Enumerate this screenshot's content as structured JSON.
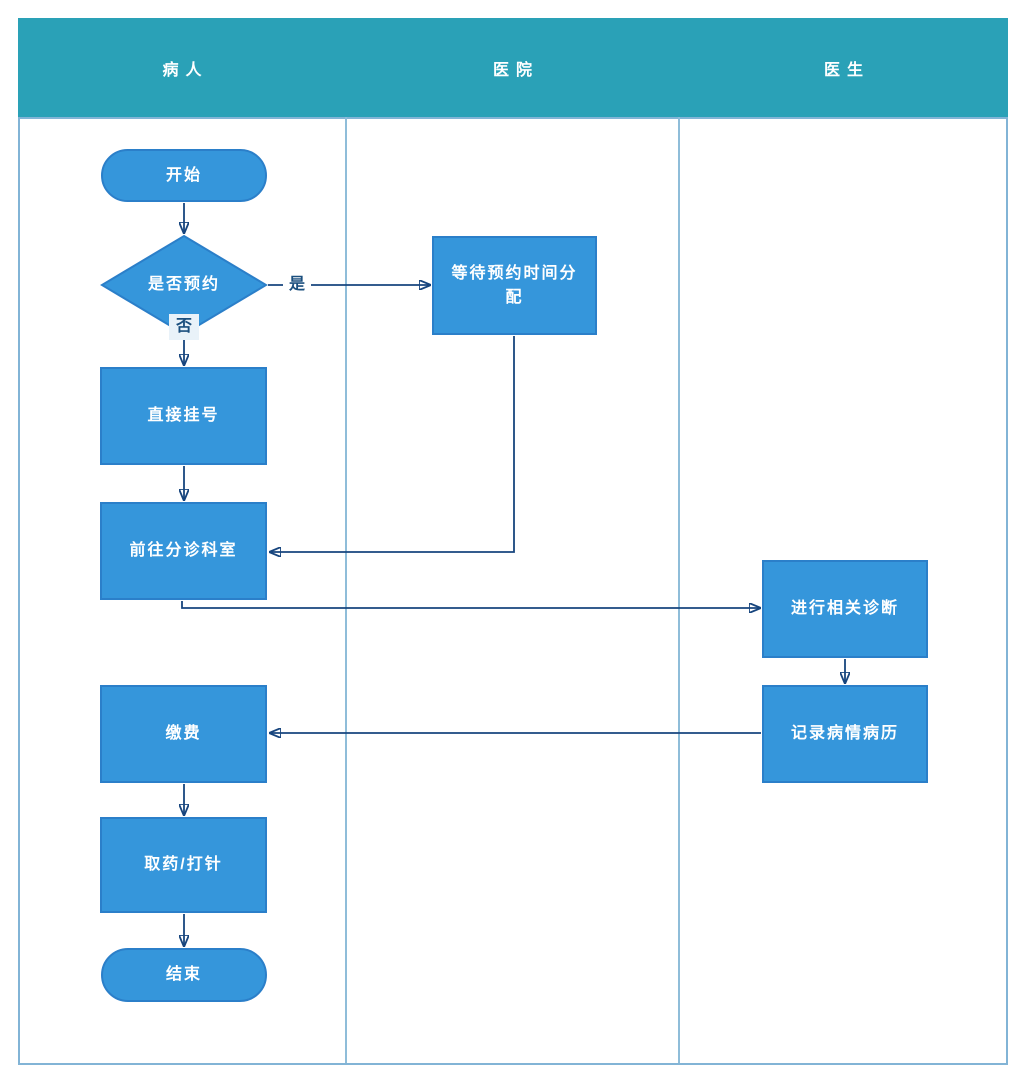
{
  "diagram": {
    "type": "swimlane-flowchart",
    "colors": {
      "lane_header_bg": "#2aa1b7",
      "lane_header_text": "#ffffff",
      "lane_border": "#82b4d6",
      "node_fill": "#3596db",
      "node_border": "#2b7fc9",
      "node_text": "#ffffff",
      "connector": "#17457e",
      "edge_label_text": "#1b4f7e"
    },
    "lanes": [
      {
        "title": "病人"
      },
      {
        "title": "医院"
      },
      {
        "title": "医生"
      }
    ],
    "nodes": {
      "start": {
        "label": "开始",
        "shape": "terminator",
        "lane": "病人"
      },
      "decision": {
        "label": "是否预约",
        "shape": "decision",
        "lane": "病人"
      },
      "wait": {
        "label": "等待预约时间分配",
        "shape": "process",
        "lane": "医院"
      },
      "register": {
        "label": "直接挂号",
        "shape": "process",
        "lane": "病人"
      },
      "triage": {
        "label": "前往分诊科室",
        "shape": "process",
        "lane": "病人"
      },
      "diagnose": {
        "label": "进行相关诊断",
        "shape": "process",
        "lane": "医生"
      },
      "record": {
        "label": "记录病情病历",
        "shape": "process",
        "lane": "医生"
      },
      "pay": {
        "label": "缴费",
        "shape": "process",
        "lane": "病人"
      },
      "medicine": {
        "label": "取药/打针",
        "shape": "process",
        "lane": "病人"
      },
      "end": {
        "label": "结束",
        "shape": "terminator",
        "lane": "病人"
      }
    },
    "edge_labels": {
      "yes": "是",
      "no": "否"
    },
    "edges": [
      {
        "from": "start",
        "to": "decision"
      },
      {
        "from": "decision",
        "to": "wait",
        "label": "是"
      },
      {
        "from": "decision",
        "to": "register",
        "label": "否"
      },
      {
        "from": "register",
        "to": "triage"
      },
      {
        "from": "wait",
        "to": "triage"
      },
      {
        "from": "triage",
        "to": "diagnose"
      },
      {
        "from": "diagnose",
        "to": "record"
      },
      {
        "from": "record",
        "to": "pay"
      },
      {
        "from": "pay",
        "to": "medicine"
      },
      {
        "from": "medicine",
        "to": "end"
      }
    ]
  }
}
